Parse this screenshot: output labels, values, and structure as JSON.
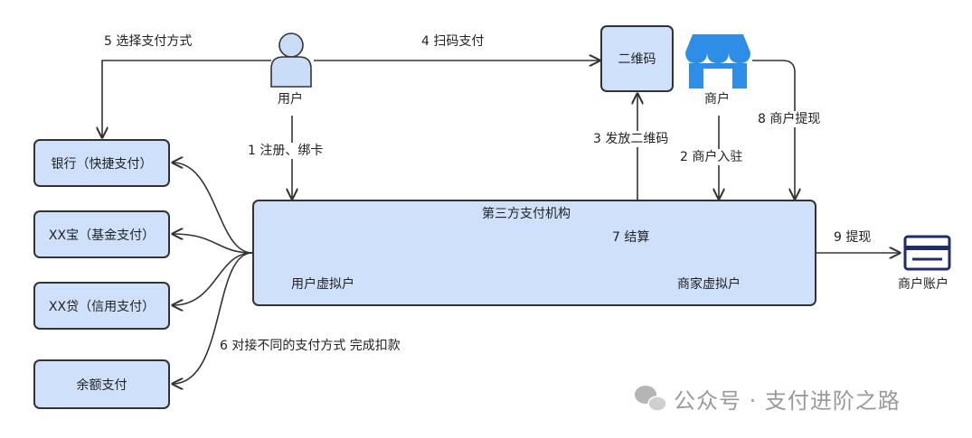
{
  "nodes": {
    "user": "用户",
    "qrcode": "二维码",
    "merchant": "商户",
    "bank": "银行（快捷支付）",
    "xxbao": "XX宝（基金支付）",
    "xxdai": "XX贷（信用支付）",
    "balance": "余额支付",
    "third_party": "第三方支付机构",
    "user_virtual_account": "用户虚拟户",
    "merchant_virtual_account": "商家虚拟户",
    "merchant_account": "商户账户"
  },
  "edges": {
    "e1": "1 注册、绑卡",
    "e2": "2 商户入驻",
    "e3": "3 发放二维码",
    "e4": "4 扫码支付",
    "e5": "5 选择支付方式",
    "e6": "6 对接不同的支付方式 完成扣款",
    "e7": "7 结算",
    "e8": "8 商户提现",
    "e9": "9 提现"
  },
  "watermark": "公众号 · 支付进阶之路",
  "icons": {
    "user": "person-icon",
    "merchant": "storefront-icon",
    "card": "card-icon",
    "watermark": "wechat-icon"
  },
  "colors": {
    "node_fill": "#cfe0fb",
    "node_border": "#333333",
    "card_icon": "#1f2d6b",
    "store_blue": "#2e8ee6",
    "user_icon": "#c9dcf8"
  }
}
